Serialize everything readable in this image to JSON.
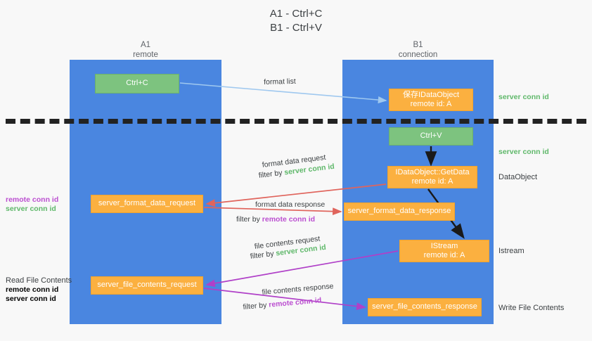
{
  "title": {
    "line1": "A1 - Ctrl+C",
    "line2": "B1 - Ctrl+V"
  },
  "columns": [
    {
      "name": "A1",
      "subtitle": "remote"
    },
    {
      "name": "B1",
      "subtitle": "connection"
    }
  ],
  "colors": {
    "lane": "#4a86e0",
    "green_node": "#7dc37f",
    "orange_node": "#fbb040",
    "server_conn_id": "#5fb86a",
    "remote_conn_id": "#bb4fd0",
    "arrow_format_list": "#9fc8ef",
    "arrow_format_data": "#e0645c",
    "arrow_file_contents": "#b040c8",
    "arrow_internal": "#1a1a1a",
    "background": "#f8f8f8"
  },
  "nodes": {
    "ctrl_c": {
      "label": "Ctrl+C",
      "style": "green"
    },
    "save_idataobject": {
      "label_line1": "保存IDataObject",
      "label_line2": "remote id: A",
      "style": "orange"
    },
    "ctrl_v": {
      "label": "Ctrl+V",
      "style": "green"
    },
    "getdata": {
      "label_line1": "IDataObject::GetData",
      "label_line2": "remote id: A",
      "style": "orange"
    },
    "format_data_request": {
      "label": "server_format_data_request",
      "style": "orange"
    },
    "format_data_response": {
      "label": "server_format_data_response",
      "style": "orange"
    },
    "istream": {
      "label_line1": "IStream",
      "label_line2": "remote id: A",
      "style": "orange"
    },
    "file_contents_request": {
      "label": "server_file_contents_request",
      "style": "orange"
    },
    "file_contents_response": {
      "label": "server_file_contents_response",
      "style": "orange"
    }
  },
  "edges": {
    "format_list": {
      "label": "format list"
    },
    "format_data_request": {
      "label": "format data request",
      "filter_prefix": "filter by ",
      "filter_key": "server conn id"
    },
    "format_data_response": {
      "label": "format data response",
      "filter_prefix": "filter by ",
      "filter_key": "remote conn id"
    },
    "file_contents_request": {
      "label": "file contents request",
      "filter_prefix": "filter by ",
      "filter_key": "server conn id"
    },
    "file_contents_response": {
      "label": "file contents response",
      "filter_prefix": "filter by ",
      "filter_key": "remote conn id"
    }
  },
  "annotations": {
    "right": {
      "server_conn_id_top": "server conn id",
      "server_conn_id_mid": "server conn id",
      "dataobject": "DataObject",
      "istream": "Istream",
      "write_file_contents": "Write File Contents"
    },
    "left": {
      "remote_conn_id_1": "remote conn id",
      "server_conn_id_1": "server conn id",
      "read_file_contents": "Read File Contents",
      "remote_conn_id_2": "remote conn id",
      "server_conn_id_2": "server conn id"
    }
  }
}
